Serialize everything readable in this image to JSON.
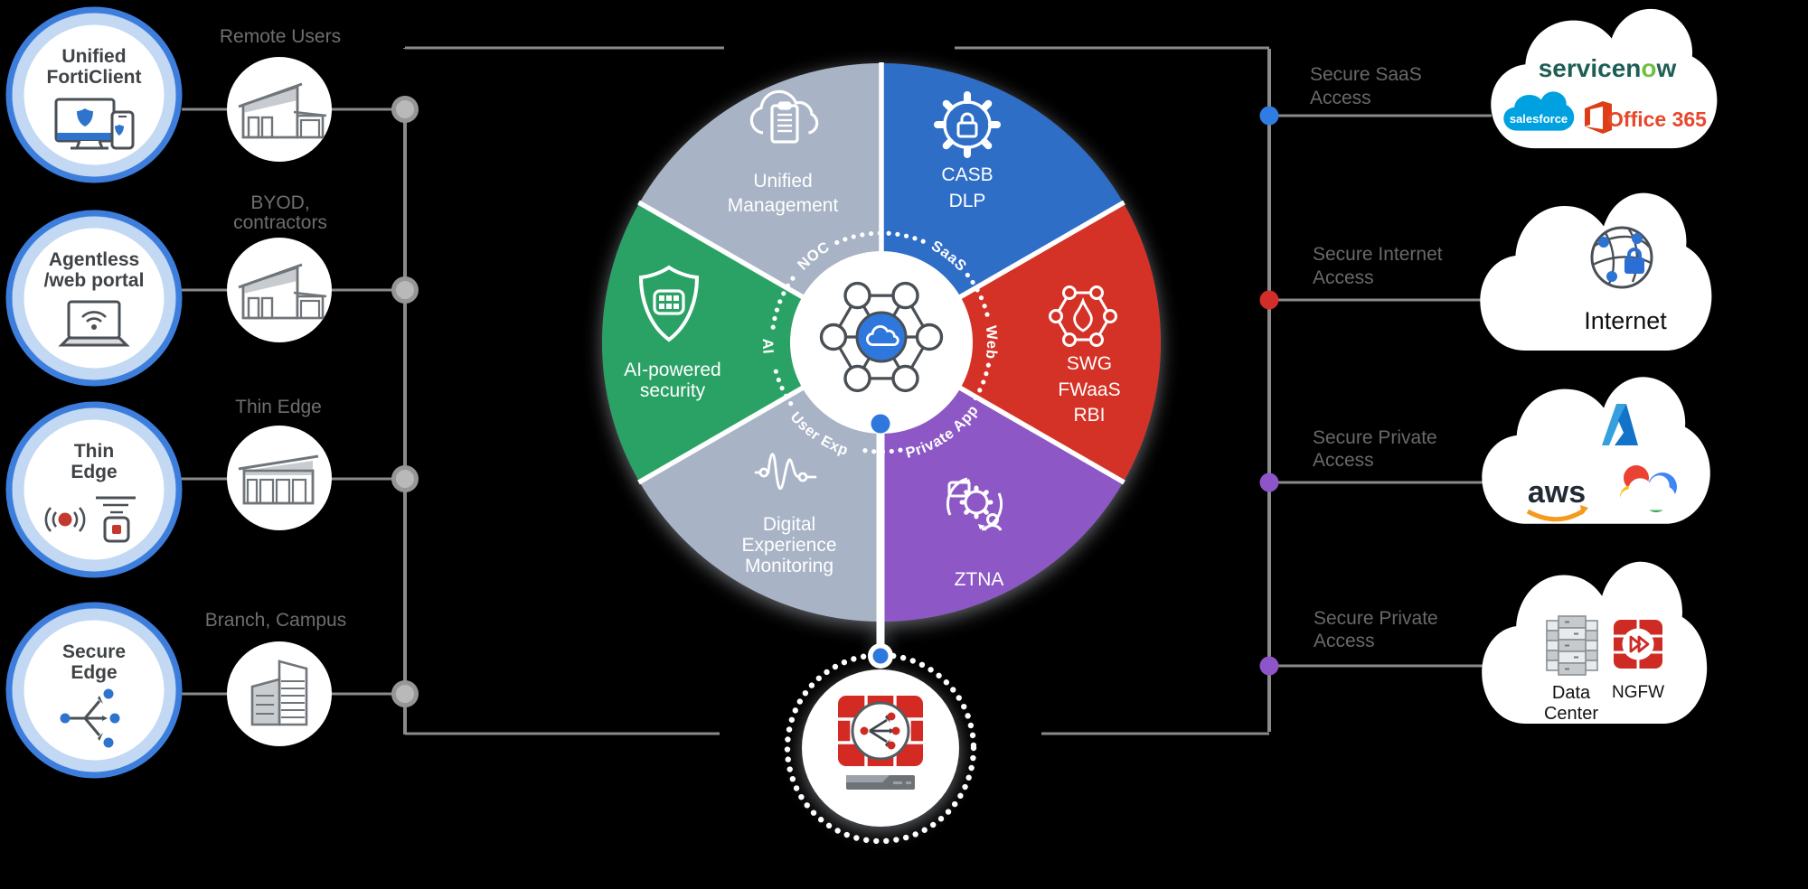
{
  "left": {
    "hubs": [
      {
        "lines": [
          "Unified",
          "FortiClient"
        ],
        "icon": "forticlient-devices-icon"
      },
      {
        "lines": [
          "Agentless",
          "/web portal"
        ],
        "icon": "agentless-laptop-icon"
      },
      {
        "lines": [
          "Thin",
          "Edge"
        ],
        "icon": "thin-edge-device-icon"
      },
      {
        "lines": [
          "Secure",
          "Edge"
        ],
        "icon": "secure-edge-share-icon"
      }
    ],
    "site_labels": [
      {
        "lines": [
          "Remote Users"
        ]
      },
      {
        "lines": [
          "BYOD,",
          "contractors"
        ]
      },
      {
        "lines": [
          "Thin Edge"
        ]
      },
      {
        "lines": [
          "Branch, Campus"
        ]
      }
    ]
  },
  "pie": {
    "segments": [
      {
        "id": "casb",
        "color": "#2e6ec7",
        "lines": [
          "CASB",
          "DLP"
        ],
        "ring_label": "SaaS",
        "icon": "gear-lock-icon"
      },
      {
        "id": "swg",
        "color": "#d43027",
        "lines": [
          "SWG",
          "FWaaS",
          "RBI"
        ],
        "ring_label": "Web",
        "icon": "hex-flame-icon"
      },
      {
        "id": "ztna",
        "color": "#8d58c6",
        "lines": [
          "ZTNA"
        ],
        "ring_label": "Private App",
        "icon": "ztna-gear-user-icon"
      },
      {
        "id": "dem",
        "color": "#a8b3c6",
        "lines": [
          "Digital",
          "Experience",
          "Monitoring"
        ],
        "ring_label": "User Exp",
        "icon": "waveform-icon"
      },
      {
        "id": "ai",
        "color": "#2ca265",
        "lines": [
          "AI-powered",
          "security"
        ],
        "ring_label": "AI",
        "icon": "shield-grid-icon"
      },
      {
        "id": "um",
        "color": "#a8b3c5",
        "lines": [
          "Unified",
          "Management"
        ],
        "ring_label": "NOC",
        "icon": "cloud-clipboard-icon"
      }
    ],
    "hub_dot_color": "#2e78dd"
  },
  "gateway": {
    "icon": "fortigate-appliance-icon"
  },
  "right": {
    "links": [
      {
        "lines": [
          "Secure SaaS",
          "Access"
        ],
        "dot_color": "#2f7de1"
      },
      {
        "lines": [
          "Secure Internet",
          "Access"
        ],
        "dot_color": "#d22d28"
      },
      {
        "lines": [
          "Secure Private",
          "Access"
        ],
        "dot_color": "#8d55c8"
      },
      {
        "lines": [
          "Secure Private",
          "Access"
        ],
        "dot_color": "#8d55c8"
      }
    ],
    "clouds": [
      {
        "servicenow": {
          "part1": "servicen",
          "o": "o",
          "part2": "w"
        },
        "salesforce": "salesforce",
        "office": "Office 365",
        "servicenow_color": "#1d5e55",
        "servicenow_o_color": "#72bf44",
        "salesforce_color": "#00a1e0",
        "office_color": "#e8472b"
      },
      {
        "label": "Internet"
      },
      {
        "aws": "aws"
      },
      {
        "datacenter": [
          "Data",
          "Center"
        ],
        "ngfw_label": "NGFW"
      }
    ]
  }
}
